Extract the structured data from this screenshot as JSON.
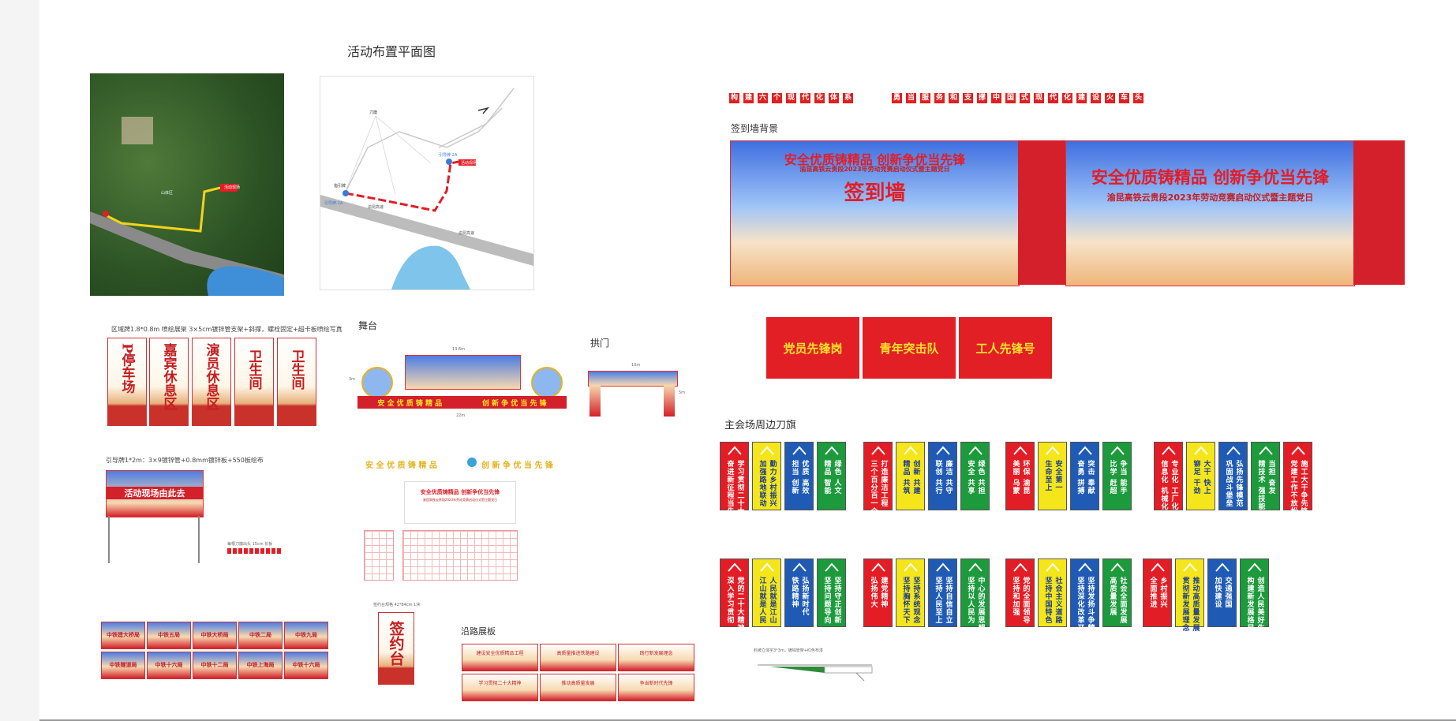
{
  "page_title": "活动布置平面图",
  "site_map": {
    "label_site": "活动现场",
    "route_label_right": "引导牌-2A",
    "route_label_left": "引导牌-2A",
    "sign_label": "指引牌",
    "flag_label": "刀旗",
    "road_label_1": "渝昆高速",
    "road_label_2": "渝昆高速",
    "sat_label_1": "活动现场",
    "sat_label_2": "山体区"
  },
  "header_strip": {
    "left": [
      "构",
      "建",
      "六",
      "个",
      "现",
      "代",
      "化",
      "体",
      "系"
    ],
    "right": [
      "勇",
      "当",
      "服",
      "务",
      "和",
      "支",
      "撑",
      "中",
      "国",
      "式",
      "现",
      "代",
      "化",
      "建",
      "设",
      "火",
      "车",
      "头"
    ]
  },
  "signin": {
    "section_label": "签到墙背景",
    "slogan": "安全优质铸精品 创新争优当先锋",
    "subtitle": "渝昆高铁云贵段2023年劳动竞赛启动仪式暨主题党日",
    "wall_text": "签到墙"
  },
  "red_buttons": [
    "党员先锋岗",
    "青年突击队",
    "工人先锋号"
  ],
  "area_signs": {
    "caption": "区域牌1.8*0.8m  喷绘展架  3×5cm镀锌管支架+斜撑，螺栓固定+超卡板喷绘写真",
    "items": [
      "P停车场",
      "嘉宾休息区",
      "演员休息区",
      "卫生间",
      "卫生间"
    ]
  },
  "stage": {
    "section_label": "舞台",
    "width_top": "13.6m",
    "width_bottom": "22m",
    "height": "3m",
    "bottom_left": "安 全 优 质 铸 精 品",
    "bottom_right": "创 新 争 优 当 先 锋"
  },
  "arch": {
    "section_label": "拱门",
    "width": "10m",
    "height": "5m"
  },
  "flags_section": {
    "label": "主会场周边刀旗",
    "row1": [
      {
        "color": "#e31d25",
        "text": [
          "学习贯彻二十大",
          "奋进新征程当先锋"
        ]
      },
      {
        "color": "#f5e61b",
        "text": [
          "勤力乡村振兴",
          "加强路地联动"
        ]
      },
      {
        "color": "#1f5bb5",
        "text": [
          "优质 高效",
          "担当 创新"
        ]
      },
      {
        "color": "#1c9a3c",
        "text": [
          "绿色 人文",
          "精品 智能"
        ]
      },
      {
        "color": "#e31d25",
        "text": [
          "打造廉洁工程",
          "三个百分百一个零"
        ]
      },
      {
        "color": "#f5e61b",
        "text": [
          "创新 共建",
          "精品 共筑"
        ]
      },
      {
        "color": "#1f5bb5",
        "text": [
          "廉洁 共守",
          "联创 共行"
        ]
      },
      {
        "color": "#1c9a3c",
        "text": [
          "绿色 共担",
          "安全 共享"
        ]
      },
      {
        "color": "#e31d25",
        "text": [
          "环保 渝昆",
          "美丽 乌蒙"
        ]
      },
      {
        "color": "#f5e61b",
        "text": [
          "安全第一",
          "生命至上"
        ]
      },
      {
        "color": "#1f5bb5",
        "text": [
          "突击 奉献",
          "奋勇 拼搏"
        ]
      },
      {
        "color": "#1c9a3c",
        "text": [
          "争当 能手",
          "比学 赶超"
        ]
      },
      {
        "color": "#e31d25",
        "text": [
          "专业化 工厂化",
          "信息化 机械化"
        ]
      },
      {
        "color": "#f5e61b",
        "text": [
          "大干 快上",
          "铆足 干劲"
        ]
      },
      {
        "color": "#1f5bb5",
        "text": [
          "弘扬先锋模范",
          "巩固战斗堡垒"
        ]
      },
      {
        "color": "#1c9a3c",
        "text": [
          "当担 奋发",
          "精技术 强技能"
        ]
      },
      {
        "color": "#e31d25",
        "text": [
          "施工大干争先锋",
          "党建工作不放松"
        ]
      }
    ],
    "row2": [
      {
        "color": "#e31d25",
        "text": [
          "党的二十大精神",
          "深入学习贯彻"
        ]
      },
      {
        "color": "#f5e61b",
        "text": [
          "人民就是江山",
          "江山就是人民"
        ]
      },
      {
        "color": "#1f5bb5",
        "text": [
          "弘扬新时代",
          "铁路精神"
        ]
      },
      {
        "color": "#1c9a3c",
        "text": [
          "坚持守正创新",
          "坚持问题导向"
        ]
      },
      {
        "color": "#e31d25",
        "text": [
          "建党精神",
          "弘扬伟大"
        ]
      },
      {
        "color": "#f5e61b",
        "text": [
          "坚持系统观念",
          "坚持胸怀天下"
        ]
      },
      {
        "color": "#1f5bb5",
        "text": [
          "坚持自信自立",
          "坚持人民至上"
        ]
      },
      {
        "color": "#1c9a3c",
        "text": [
          "中心的发展思想",
          "坚持以人民为"
        ]
      },
      {
        "color": "#e31d25",
        "text": [
          "党的全面领导",
          "坚持和加强"
        ]
      },
      {
        "color": "#f5e61b",
        "text": [
          "社会主义道路",
          "坚持中国特色"
        ]
      },
      {
        "color": "#1f5bb5",
        "text": [
          "坚持发扬斗争精神",
          "坚持深化改革开放"
        ]
      },
      {
        "color": "#1c9a3c",
        "text": [
          "社会全面发展",
          "高质量发展"
        ]
      },
      {
        "color": "#e31d25",
        "text": [
          "乡村振兴",
          "全面推进"
        ]
      },
      {
        "color": "#f5e61b",
        "text": [
          "推动高质量发展",
          "贯彻新发展理念"
        ]
      },
      {
        "color": "#1f5bb5",
        "text": [
          "交通强国",
          "加快建设"
        ]
      },
      {
        "color": "#1c9a3c",
        "text": [
          "创造人民美好生活",
          "构建新发展格局"
        ]
      }
    ]
  },
  "guide_sign": {
    "caption": "引导牌1*2m：3×9镀锌管+0.8mm镀锌板+550板绘布",
    "text": "活动现场由此去",
    "plate_caption": "每根刀旗出头 15cm 长板"
  },
  "slogan_strip": {
    "left": "安 全 优 质 铸 精 品",
    "right": "创 新 争 优 当 先 锋"
  },
  "company_signs": [
    "中铁建大桥局",
    "中铁五局",
    "中铁大桥局",
    "中铁二局",
    "中铁九局",
    "中铁隧道局",
    "中铁十六局",
    "中铁十二局",
    "中铁上海局",
    "中铁十六局"
  ],
  "standing_sign": {
    "caption": "签约台规格 42*84cm 1块",
    "text": "签约台"
  },
  "boards": {
    "label": "沿路展板",
    "items": [
      "建设安全优质精品工程",
      "高质量推进铁路建设",
      "践行新发展理念",
      "学习贯彻二十大精神",
      "推动高质量发展",
      "争当新时代先锋"
    ]
  },
  "fence": {
    "caption": "料坡立体字3*3m，镀锌管架+红色布漆"
  }
}
